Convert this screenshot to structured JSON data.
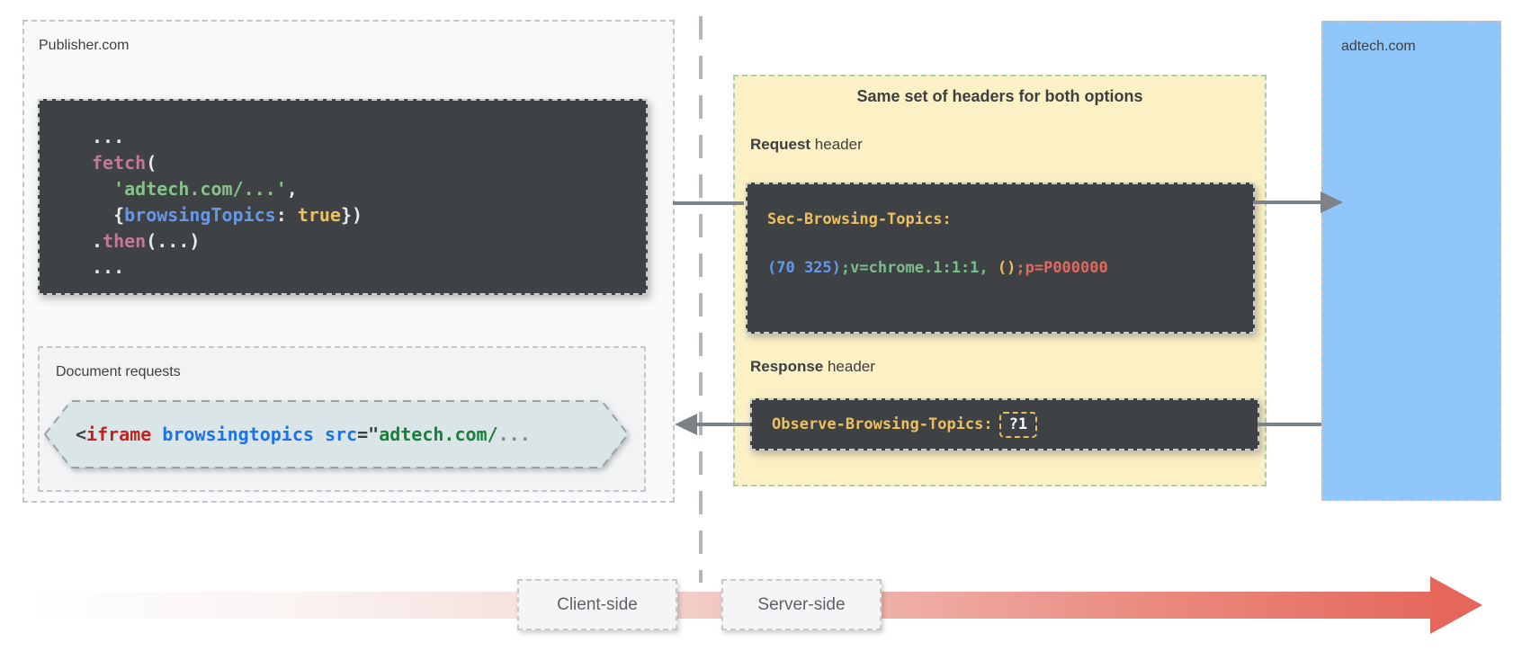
{
  "publisher": {
    "label": "Publisher.com",
    "fetch_code_lines": [
      [
        {
          "t": "...",
          "c": "plain"
        }
      ],
      [
        {
          "t": "fetch",
          "c": "pink"
        },
        {
          "t": "(",
          "c": "plain"
        }
      ],
      [
        {
          "t": "  ",
          "c": "plain"
        },
        {
          "t": "'adtech.com/...'",
          "c": "green"
        },
        {
          "t": ",",
          "c": "plain"
        }
      ],
      [
        {
          "t": "  {",
          "c": "plain"
        },
        {
          "t": "browsingTopics",
          "c": "blue"
        },
        {
          "t": ": ",
          "c": "plain"
        },
        {
          "t": "true",
          "c": "gold"
        },
        {
          "t": "})",
          "c": "plain"
        }
      ],
      [
        {
          "t": ".",
          "c": "plain"
        },
        {
          "t": "then",
          "c": "pink"
        },
        {
          "t": "(...)",
          "c": "plain"
        }
      ],
      [
        {
          "t": "...",
          "c": "plain"
        }
      ]
    ]
  },
  "document_requests": {
    "label": "Document requests",
    "iframe_tokens": [
      {
        "t": "<",
        "c": "dark"
      },
      {
        "t": "iframe",
        "c": "tagred"
      },
      {
        "t": " ",
        "c": "dark"
      },
      {
        "t": "browsingtopics",
        "c": "attrblue"
      },
      {
        "t": " ",
        "c": "dark"
      },
      {
        "t": "src",
        "c": "attrblue"
      },
      {
        "t": "=\"",
        "c": "dark"
      },
      {
        "t": "adtech.com/",
        "c": "urlgreen"
      },
      {
        "t": "...",
        "c": "gray"
      }
    ]
  },
  "headers_panel": {
    "title": "Same set of headers for both options",
    "request_label": {
      "bold": "Request",
      "rest": " header"
    },
    "request_code_lines": [
      [
        {
          "t": "Sec-Browsing-Topics:",
          "c": "gold"
        }
      ],
      [
        {
          "t": "(70 325)",
          "c": "hdrblue"
        },
        {
          "t": ";v=chrome.1:1:1,",
          "c": "hdrgreen"
        },
        {
          "t": " ()",
          "c": "gold"
        },
        {
          "t": ";p=P000000",
          "c": "salmon"
        }
      ]
    ],
    "response_label": {
      "bold": "Response",
      "rest": " header"
    },
    "response_tokens": [
      {
        "t": "Observe-Browsing-Topics:",
        "c": "gold"
      }
    ],
    "response_chip": "?1"
  },
  "adtech": {
    "label": "adtech.com"
  },
  "timeline": {
    "client_label": "Client-side",
    "server_label": "Server-side"
  },
  "colors": {
    "code": {
      "plain": "#e8eaed",
      "pink": "#c07a95",
      "green": "#87c289",
      "blue": "#6599e8",
      "gold": "#eec05e",
      "hdrblue": "#6599e8",
      "hdrgreen": "#7cbd8a",
      "salmon": "#e0695f",
      "dark": "#3c4043",
      "tagred": "#c5221f",
      "attrblue": "#1a73e8",
      "urlgreen": "#188038",
      "gray": "#80868b"
    },
    "panel_yellow": "#fcf0c5",
    "panel_yellow_border": "#aecfa4",
    "adtech_blue": "#90c7fa",
    "dark_block": "#3e4245",
    "hexagon_fill": "#d9e5e7",
    "arrow_gray": "#7d8287",
    "timeline_red": "#e5675c"
  }
}
